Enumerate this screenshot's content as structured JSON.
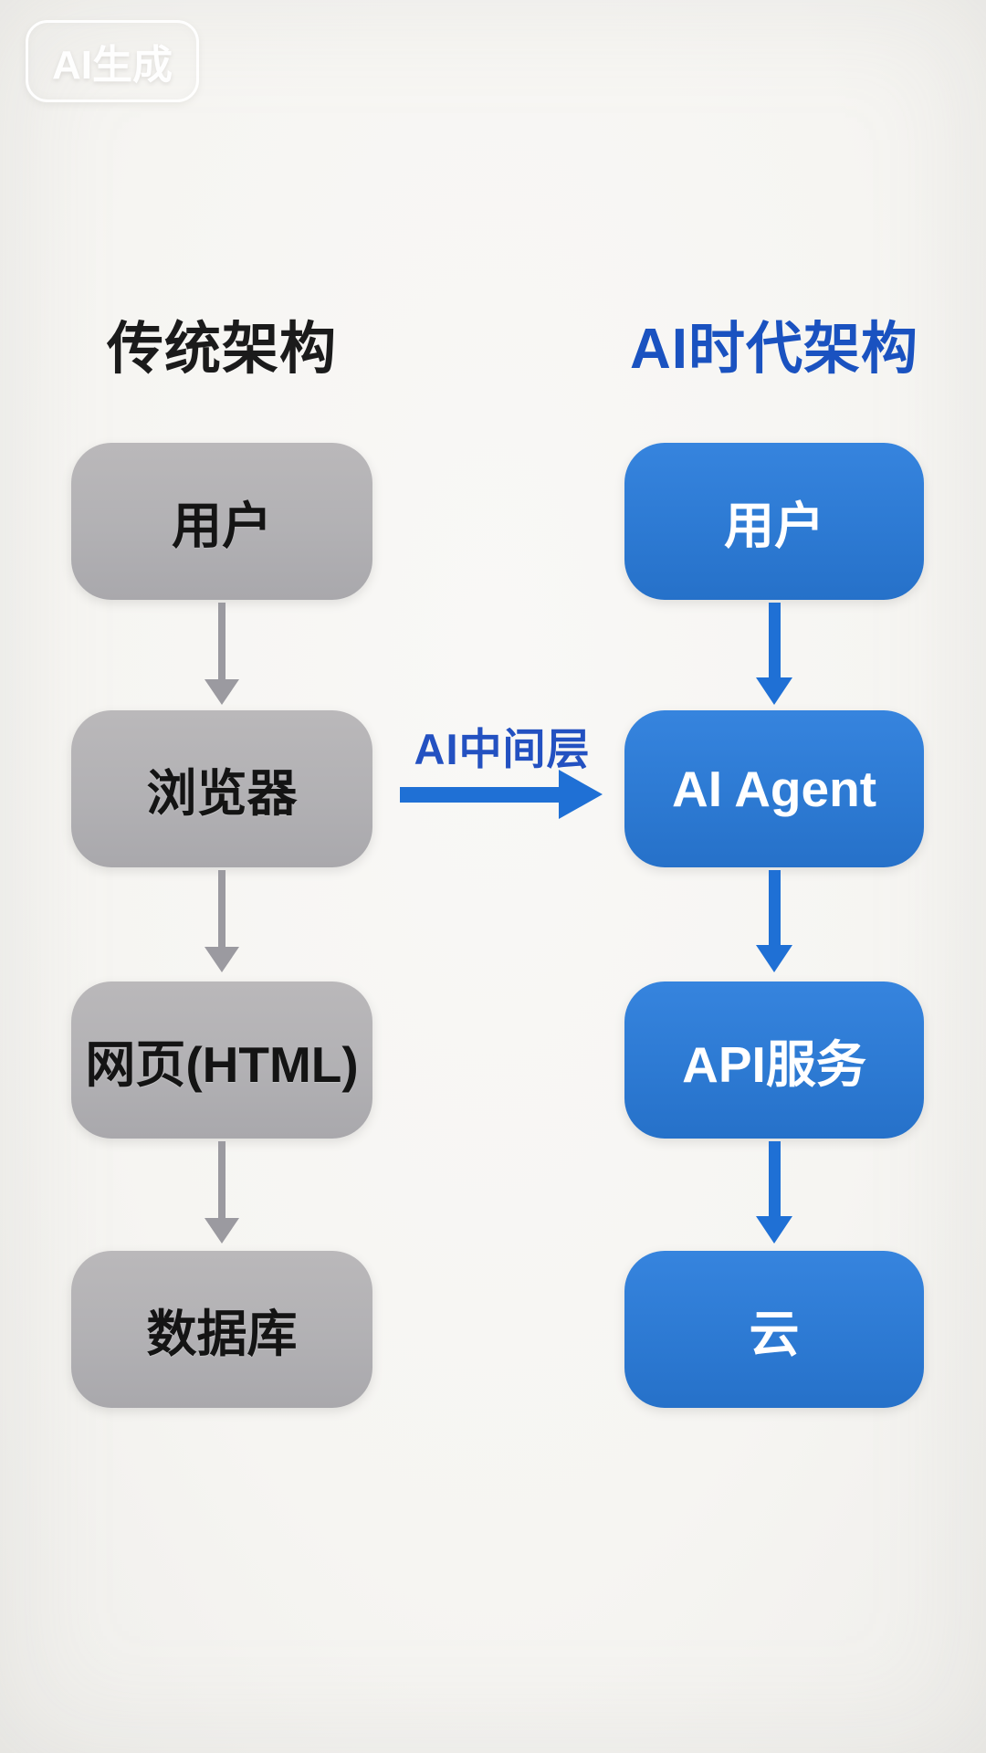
{
  "watermark": {
    "label": "AI生成"
  },
  "left_column": {
    "title": "传统架构",
    "nodes": [
      {
        "label": "用户"
      },
      {
        "label": "浏览器"
      },
      {
        "label": "网页(HTML)"
      },
      {
        "label": "数据库"
      }
    ]
  },
  "right_column": {
    "title": "AI时代架构",
    "nodes": [
      {
        "label": "用户"
      },
      {
        "label": "AI Agent"
      },
      {
        "label": "API服务"
      },
      {
        "label": "云"
      }
    ]
  },
  "connector": {
    "label": "AI中间层"
  },
  "colors": {
    "background": "#f6f5f2",
    "gray_box": "#b3b2b4",
    "gray_box_dark": "#a9a8ab",
    "gray_arrow": "#9b9aa0",
    "gray_text": "#141414",
    "blue_box": "#3280da",
    "blue_box_dark": "#2a74cd",
    "blue_arrow": "#1f70d5",
    "blue_title": "#1a52c0",
    "blue_label": "#2351c1",
    "left_title": "#1b1b1b",
    "box_text_light": "#ffffff"
  }
}
